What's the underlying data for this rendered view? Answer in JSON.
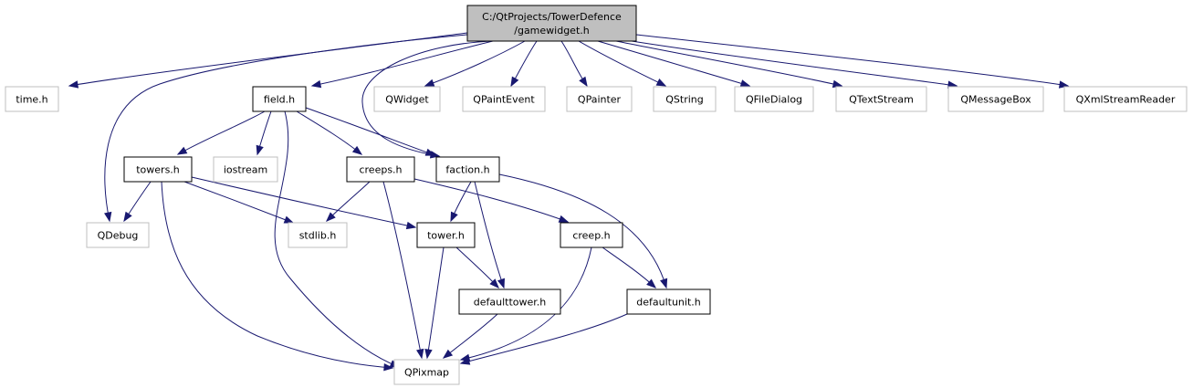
{
  "root": {
    "line1": "C:/QtProjects/TowerDefence",
    "line2": "/gamewidget.h",
    "fill": "#bfbfbf"
  },
  "colors": {
    "edge": "#191970",
    "project_border": "#000000",
    "external_border": "#bfbfbf"
  },
  "nodes": [
    {
      "id": "time",
      "label": "time.h",
      "kind": "external"
    },
    {
      "id": "field",
      "label": "field.h",
      "kind": "project"
    },
    {
      "id": "qwidget",
      "label": "QWidget",
      "kind": "external"
    },
    {
      "id": "qpaintevent",
      "label": "QPaintEvent",
      "kind": "external"
    },
    {
      "id": "qpainter",
      "label": "QPainter",
      "kind": "external"
    },
    {
      "id": "qstring",
      "label": "QString",
      "kind": "external"
    },
    {
      "id": "qfiledialog",
      "label": "QFileDialog",
      "kind": "external"
    },
    {
      "id": "qtextstream",
      "label": "QTextStream",
      "kind": "external"
    },
    {
      "id": "qmessagebox",
      "label": "QMessageBox",
      "kind": "external"
    },
    {
      "id": "qxmlstreamreader",
      "label": "QXmlStreamReader",
      "kind": "external"
    },
    {
      "id": "towers",
      "label": "towers.h",
      "kind": "project"
    },
    {
      "id": "iostream",
      "label": "iostream",
      "kind": "external"
    },
    {
      "id": "creeps",
      "label": "creeps.h",
      "kind": "project"
    },
    {
      "id": "faction",
      "label": "faction.h",
      "kind": "project"
    },
    {
      "id": "qdebug",
      "label": "QDebug",
      "kind": "external"
    },
    {
      "id": "stdlib",
      "label": "stdlib.h",
      "kind": "external"
    },
    {
      "id": "tower",
      "label": "tower.h",
      "kind": "project"
    },
    {
      "id": "creep",
      "label": "creep.h",
      "kind": "project"
    },
    {
      "id": "defaulttower",
      "label": "defaulttower.h",
      "kind": "project"
    },
    {
      "id": "defaultunit",
      "label": "defaultunit.h",
      "kind": "project"
    },
    {
      "id": "qpixmap",
      "label": "QPixmap",
      "kind": "external"
    }
  ],
  "edges": [
    {
      "from": "root",
      "to": "time"
    },
    {
      "from": "root",
      "to": "field"
    },
    {
      "from": "root",
      "to": "qwidget"
    },
    {
      "from": "root",
      "to": "qpaintevent"
    },
    {
      "from": "root",
      "to": "qpainter"
    },
    {
      "from": "root",
      "to": "qstring"
    },
    {
      "from": "root",
      "to": "qfiledialog"
    },
    {
      "from": "root",
      "to": "qtextstream"
    },
    {
      "from": "root",
      "to": "qmessagebox"
    },
    {
      "from": "root",
      "to": "qxmlstreamreader"
    },
    {
      "from": "root",
      "to": "qdebug"
    },
    {
      "from": "root",
      "to": "faction"
    },
    {
      "from": "field",
      "to": "towers"
    },
    {
      "from": "field",
      "to": "iostream"
    },
    {
      "from": "field",
      "to": "creeps"
    },
    {
      "from": "field",
      "to": "faction"
    },
    {
      "from": "field",
      "to": "qpixmap"
    },
    {
      "from": "towers",
      "to": "qdebug"
    },
    {
      "from": "towers",
      "to": "stdlib"
    },
    {
      "from": "towers",
      "to": "tower"
    },
    {
      "from": "towers",
      "to": "qpixmap"
    },
    {
      "from": "creeps",
      "to": "stdlib"
    },
    {
      "from": "creeps",
      "to": "creep"
    },
    {
      "from": "creeps",
      "to": "qpixmap"
    },
    {
      "from": "faction",
      "to": "tower"
    },
    {
      "from": "faction",
      "to": "defaulttower"
    },
    {
      "from": "faction",
      "to": "defaultunit"
    },
    {
      "from": "tower",
      "to": "defaulttower"
    },
    {
      "from": "tower",
      "to": "qpixmap"
    },
    {
      "from": "creep",
      "to": "defaultunit"
    },
    {
      "from": "creep",
      "to": "qpixmap"
    },
    {
      "from": "defaulttower",
      "to": "qpixmap"
    },
    {
      "from": "defaultunit",
      "to": "qpixmap"
    }
  ]
}
